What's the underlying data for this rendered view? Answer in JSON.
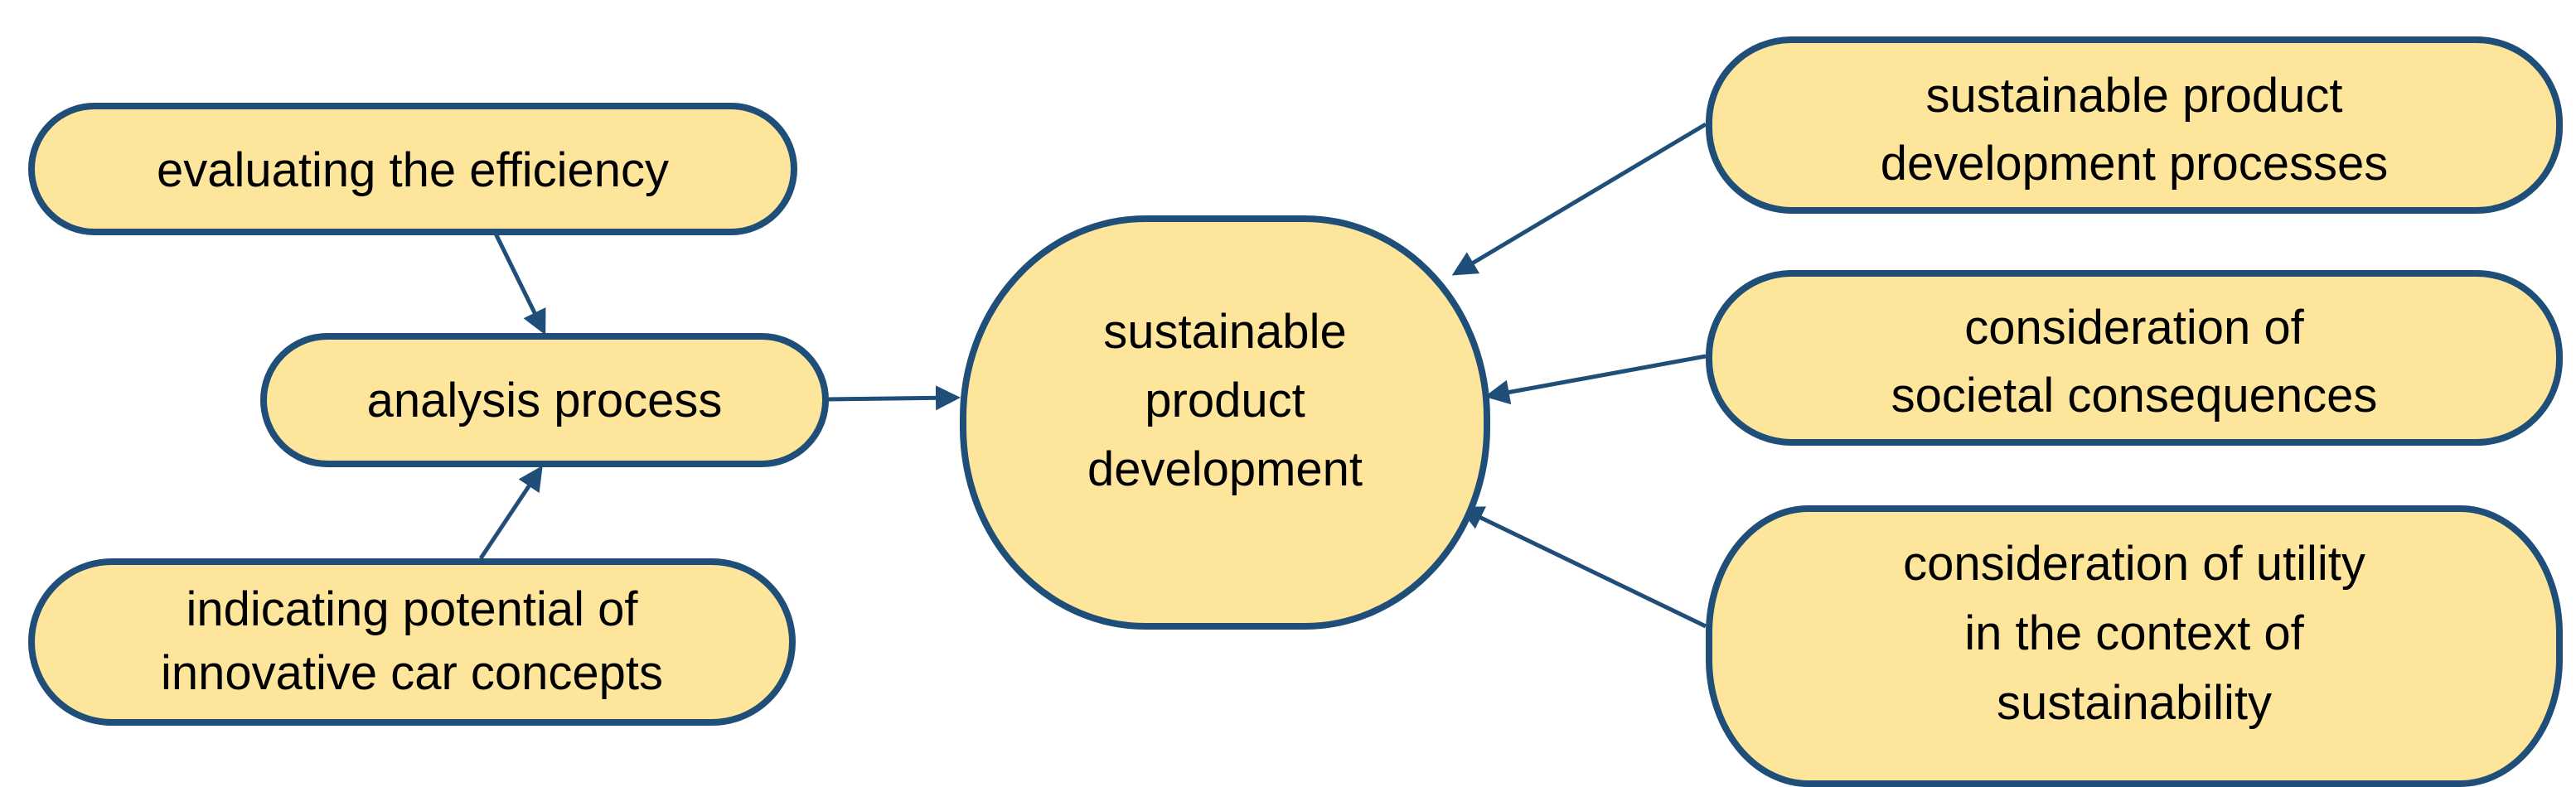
{
  "colors": {
    "node_fill": "#FDE59B",
    "node_stroke": "#1F4E79",
    "arrow": "#1F4E79"
  },
  "nodes": {
    "evaluating": {
      "lines": [
        "evaluating the efficiency"
      ]
    },
    "analysis": {
      "lines": [
        "analysis process"
      ]
    },
    "indicating": {
      "lines": [
        "indicating potential of",
        "innovative car concepts"
      ]
    },
    "central": {
      "lines": [
        "sustainable",
        "product",
        "development"
      ]
    },
    "processes": {
      "lines": [
        "sustainable product",
        "development processes"
      ]
    },
    "societal": {
      "lines": [
        "consideration of",
        "societal consequences"
      ]
    },
    "utility": {
      "lines": [
        "consideration of utility",
        "in the context of",
        "sustainability"
      ]
    }
  },
  "edges": [
    {
      "from": "evaluating",
      "to": "analysis"
    },
    {
      "from": "indicating",
      "to": "analysis"
    },
    {
      "from": "analysis",
      "to": "central"
    },
    {
      "from": "processes",
      "to": "central"
    },
    {
      "from": "societal",
      "to": "central"
    },
    {
      "from": "utility",
      "to": "central"
    }
  ]
}
